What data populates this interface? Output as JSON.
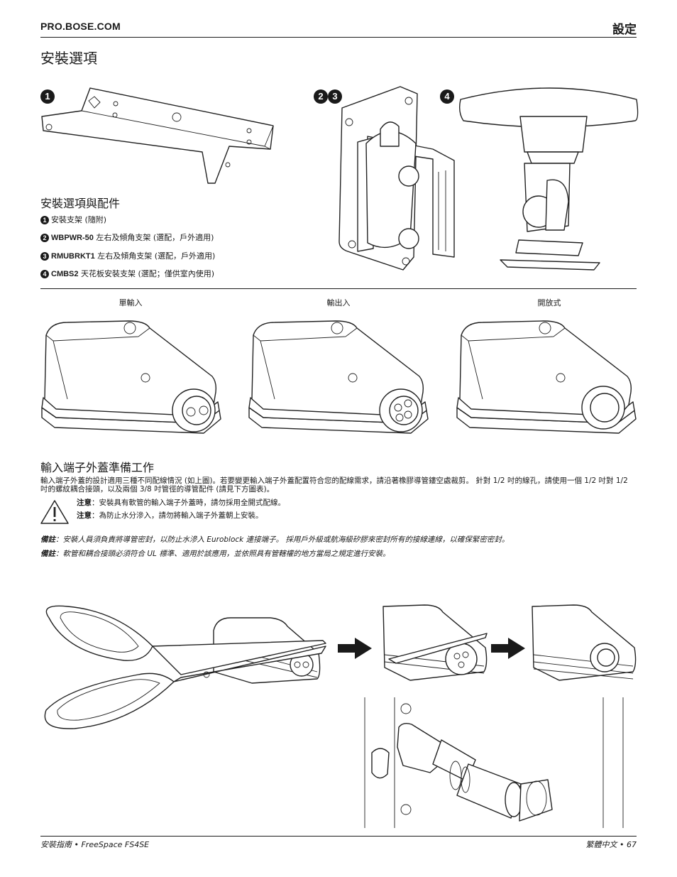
{
  "header": {
    "site": "PRO.BOSE.COM",
    "section": "設定"
  },
  "page_title": "安裝選項",
  "options": {
    "opt1": "1",
    "opt23": [
      "2",
      "3"
    ],
    "opt4": "4"
  },
  "accessories": {
    "title": "安裝選項與配件",
    "items": [
      {
        "num": "1",
        "code": "",
        "text": "安裝支架 (隨附)"
      },
      {
        "num": "2",
        "code": "WBPWR-50",
        "text": " 左右及傾角支架 (選配，戶外適用)"
      },
      {
        "num": "3",
        "code": "RMUBRKT1",
        "text": " 左右及傾角支架 (選配，戶外適用)"
      },
      {
        "num": "4",
        "code": "CMBS2",
        "text": " 天花板安裝支架 (選配；僅供室內使用)"
      }
    ]
  },
  "captions": [
    "單輸入",
    "輸出入",
    "開放式"
  ],
  "prep": {
    "title": "輸入端子外蓋準備工作",
    "body": "輸入端子外蓋的設計適用三種不同配線情況 (如上圖)。若要變更輸入端子外蓋配置符合您的配線需求，請沿著橡膠導管鏤空處裁剪。 針對 1/2 吋的線孔，請使用一個 1/2 吋對 1/2 吋的螺紋耦合接頭，以及兩個 3/8 吋管徑的導管配件 (請見下方圖表)。",
    "notes": [
      {
        "label": "注意",
        "text": "：安裝具有軟管的輸入端子外蓋時，請勿採用全開式配線。"
      },
      {
        "label": "注意",
        "text": "：為防止水分滲入，請勿將輸入端子外蓋朝上安裝。"
      }
    ],
    "remarks": [
      {
        "label": "備註",
        "text": "：安裝人員須負責將導管密封，以防止水滲入 Euroblock 連接端子。 採用戶外級或航海級矽膠來密封所有的接線連線，以確保緊密密封。"
      },
      {
        "label": "備註",
        "text": "：軟管和耦合接頭必須符合 UL 標準、適用於該應用，並依照具有管轄權的地方當局之規定進行安裝。"
      }
    ]
  },
  "footer": {
    "left": "安裝指南 • FreeSpace FS4SE",
    "right": "繁體中文 • 67"
  }
}
